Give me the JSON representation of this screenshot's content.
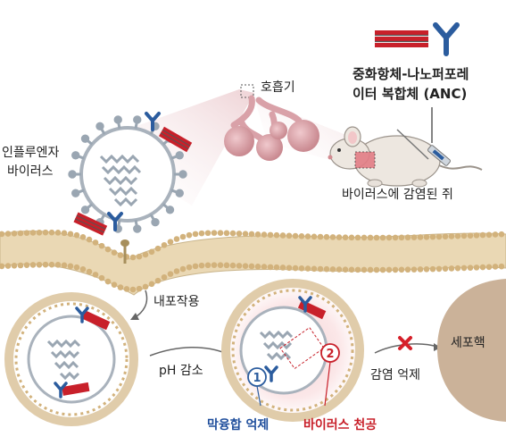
{
  "labels": {
    "anc_line1": "중화항체-나노퍼포레",
    "anc_line2": "이터 복합체 (ANC)",
    "respiratory": "호흡기",
    "virus_line1": "인플루엔자",
    "virus_line2": "바이러스",
    "infected_mouse": "바이러스에 감염된 쥐",
    "endocytosis": "내포작용",
    "ph_decrease": "pH 감소",
    "infection_suppression": "감염 억제",
    "nucleus": "세포핵",
    "fusion_inhibition": "막융합 억제",
    "virus_perforation": "바이러스 천공",
    "marker1": "1",
    "marker2": "2"
  },
  "colors": {
    "antibody_blue": "#2b5c9e",
    "nanoperforator_red": "#c8202a",
    "membrane_tan": "#d9c49a",
    "lung_pink": "#d9a1a8",
    "fusion_label": "#1f4e9c",
    "perforation_label": "#c8202a",
    "nucleus_tan": "#cbb299"
  },
  "icons": {
    "anc_complex": "antibody-nanoperforator-icon",
    "mouse": "mouse-icon",
    "syringe": "syringe-icon",
    "lungs": "lungs-icon",
    "inhibit_mark": "red-x-icon"
  }
}
